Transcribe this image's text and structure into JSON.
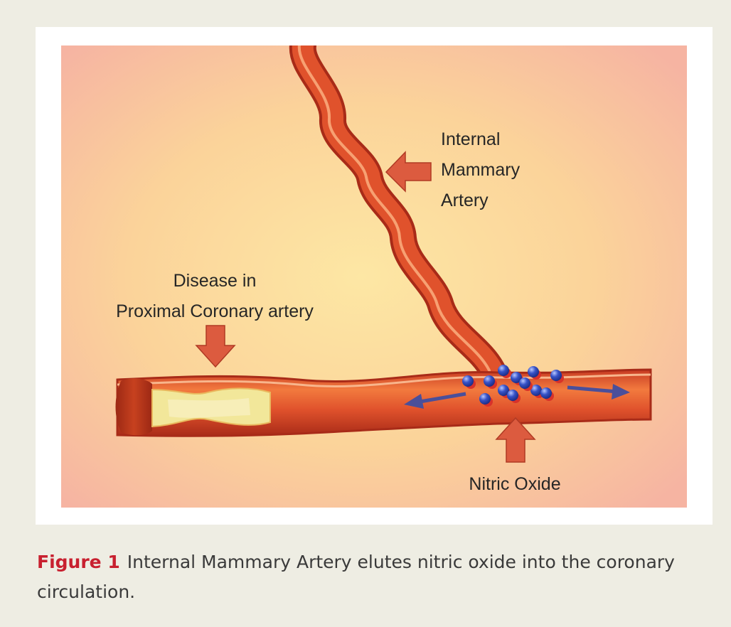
{
  "labels": {
    "ima_line1": "Internal",
    "ima_line2": "Mammary",
    "ima_line3": "Artery",
    "disease_line1": "Disease in",
    "disease_line2": "Proximal Coronary artery",
    "no_label": "Nitric Oxide"
  },
  "caption": {
    "figure_label": "Figure 1",
    "text": "Internal Mammary Artery elutes nitric oxide into the coronary circulation."
  },
  "colors": {
    "artery": "#d63f27",
    "artery_edge": "#b82e1c",
    "plaque": "#f2e79a",
    "no_molecule": "#2f47b5",
    "arrow": "#d9593d",
    "flow_arrow": "#4a4f9a",
    "caption_accent": "#c8202f"
  }
}
